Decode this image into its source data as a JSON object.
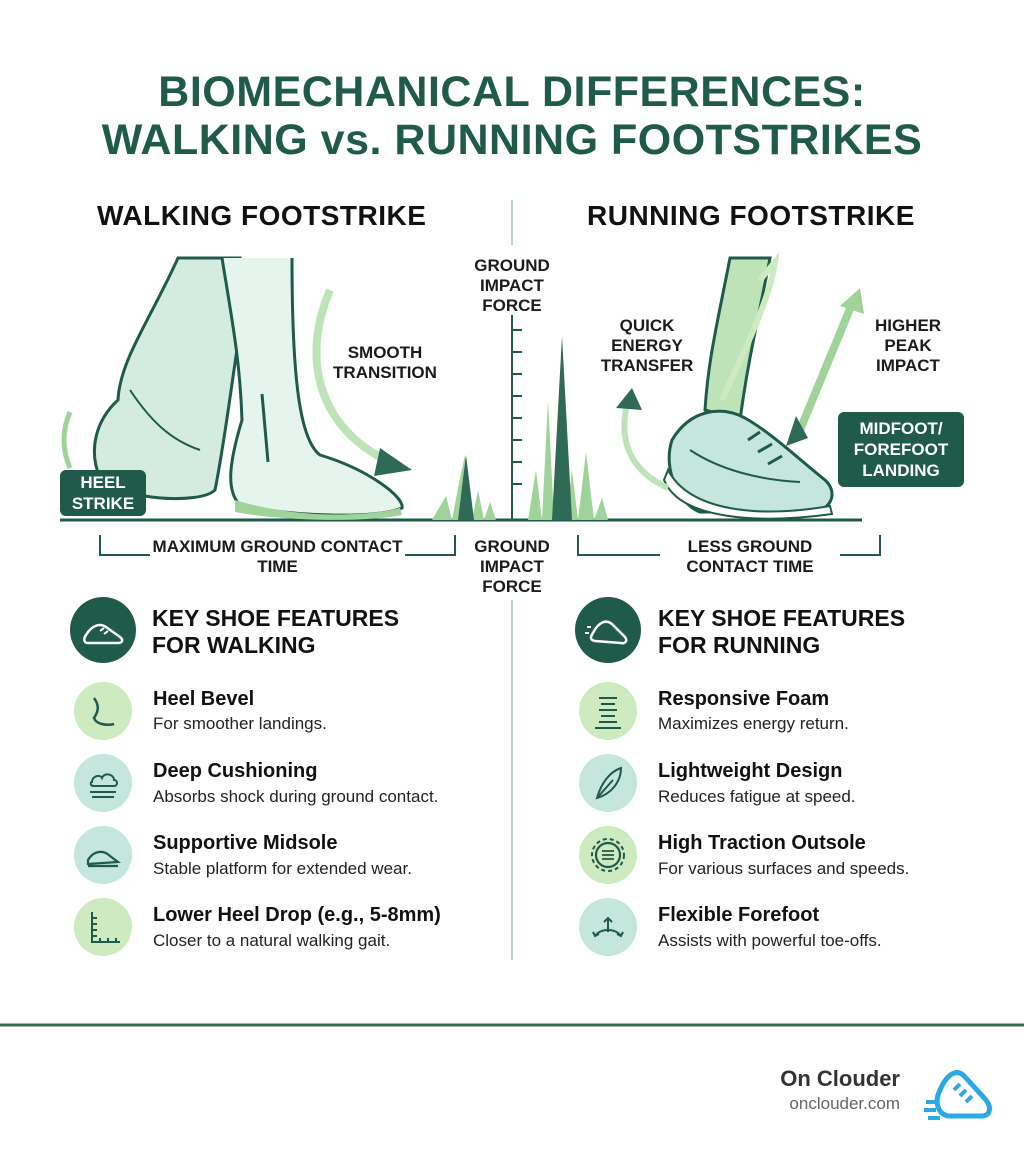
{
  "title": {
    "line1": "BIOMECHANICAL DIFFERENCES:",
    "line2": "WALKING vs. RUNNING FOOTSTRIKES"
  },
  "walking": {
    "heading": "WALKING FOOTSTRIKE",
    "smooth": "SMOOTH TRANSITION",
    "heel_strike": "HEEL STRIKE",
    "contact": "MAXIMUM GROUND CONTACT TIME"
  },
  "center": {
    "top_label": "GROUND IMPACT FORCE",
    "bottom_label": "GROUND IMPACT FORCE"
  },
  "running": {
    "heading": "RUNNING FOOTSTRIKE",
    "quick": "QUICK ENERGY TRANSFER",
    "higher": "HIGHER PEAK IMPACT",
    "landing": "MIDFOOT/ FOREFOOT LANDING",
    "contact": "LESS GROUND CONTACT TIME"
  },
  "walking_features": {
    "heading": "KEY SHOE FEATURES FOR WALKING",
    "items": [
      {
        "title": "Heel Bevel",
        "desc": "For smoother landings.",
        "icon": "heel-bevel-icon"
      },
      {
        "title": "Deep Cushioning",
        "desc": "Absorbs shock during ground contact.",
        "icon": "cushion-cloud-icon"
      },
      {
        "title": "Supportive Midsole",
        "desc": "Stable platform for extended wear.",
        "icon": "midsole-icon"
      },
      {
        "title": "Lower Heel Drop (e.g., 5-8mm)",
        "desc": "Closer to a natural walking gait.",
        "icon": "ruler-icon"
      }
    ]
  },
  "running_features": {
    "heading": "KEY SHOE FEATURES FOR RUNNING",
    "items": [
      {
        "title": "Responsive Foam",
        "desc": "Maximizes energy return.",
        "icon": "spring-icon"
      },
      {
        "title": "Lightweight Design",
        "desc": "Reduces fatigue at speed.",
        "icon": "feather-icon"
      },
      {
        "title": "High Traction Outsole",
        "desc": "For various surfaces and speeds.",
        "icon": "traction-gear-icon"
      },
      {
        "title": "Flexible Forefoot",
        "desc": "Assists with powerful toe-offs.",
        "icon": "flex-arrows-icon"
      }
    ]
  },
  "brand": {
    "name": "On Clouder",
    "url": "onclouder.com"
  },
  "colors": {
    "primary": "#1f5a4a",
    "light_green": "#cdeac0",
    "mint": "#c4e6dc",
    "brand_blue": "#29a9e6"
  }
}
